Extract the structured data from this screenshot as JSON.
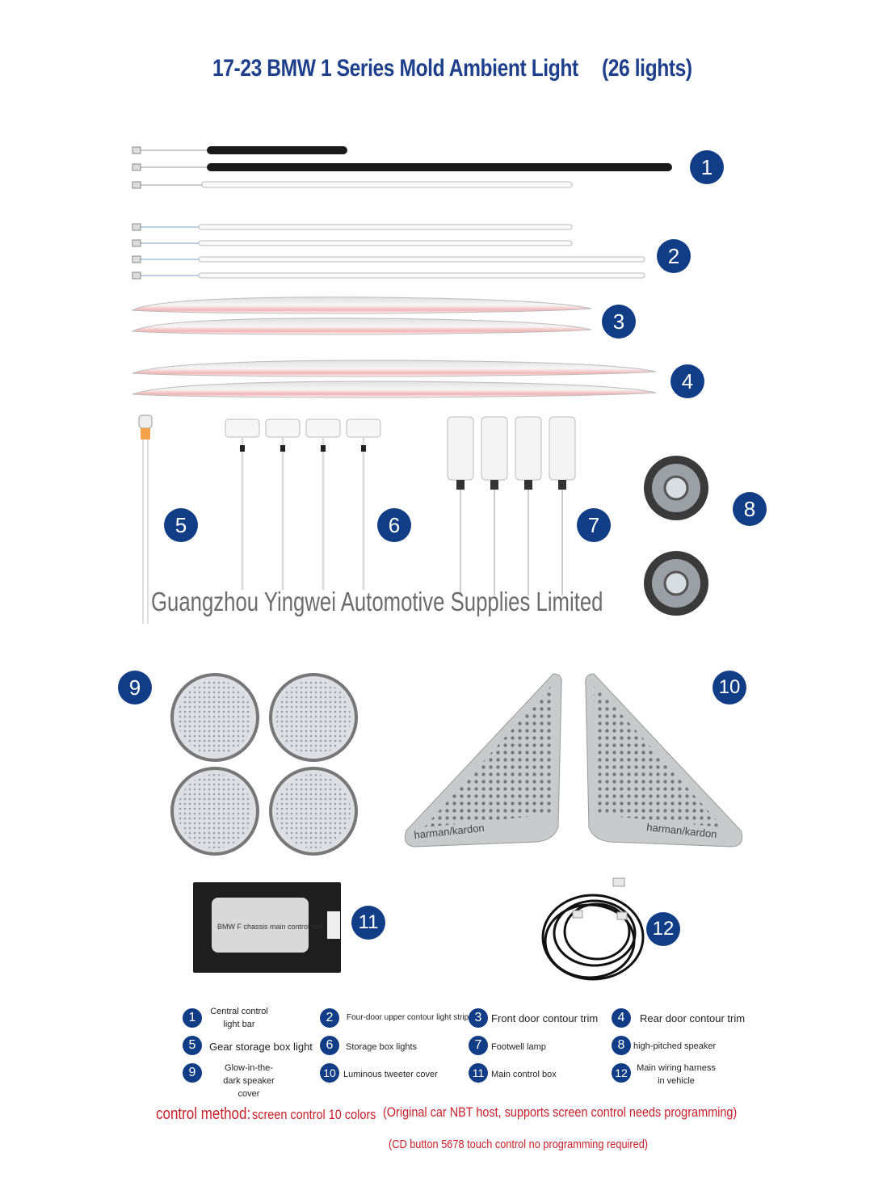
{
  "header": {
    "title": "17-23 BMW 1 Series Mold Ambient Light",
    "count": "(26 lights)"
  },
  "parts": {
    "badges": [
      "1",
      "2",
      "3",
      "4",
      "5",
      "6",
      "7",
      "8",
      "9",
      "10",
      "11",
      "12"
    ],
    "control_box_label": "BMW F chassis main control box",
    "speaker_brand": "harman/kardon"
  },
  "watermark": "Guangzhou Yingwei Automotive Supplies Limited",
  "legend": [
    {
      "num": "1",
      "label": "Central control light bar"
    },
    {
      "num": "2",
      "label": "Four-door upper contour light strip"
    },
    {
      "num": "3",
      "label": "Front door contour trim"
    },
    {
      "num": "4",
      "label": "Rear door contour trim"
    },
    {
      "num": "5",
      "label": "Gear storage box light"
    },
    {
      "num": "6",
      "label": "Storage box lights"
    },
    {
      "num": "7",
      "label": "Footwell lamp"
    },
    {
      "num": "8",
      "label": "high-pitched speaker"
    },
    {
      "num": "9",
      "label": "Glow-in-the-dark speaker cover"
    },
    {
      "num": "10",
      "label": "Luminous tweeter cover"
    },
    {
      "num": "11",
      "label": "Main control box"
    },
    {
      "num": "12",
      "label": "Main wiring harness in vehicle"
    }
  ],
  "control": {
    "method_label": "control method:",
    "screen": "screen control 10 colors",
    "original": "(Original car NBT host, supports screen control needs programming)",
    "cd_button": "(CD button 5678 touch control no programming required)"
  },
  "colors": {
    "accent": "#113d86",
    "title": "#1d3f8c",
    "red": "#c8202a"
  }
}
